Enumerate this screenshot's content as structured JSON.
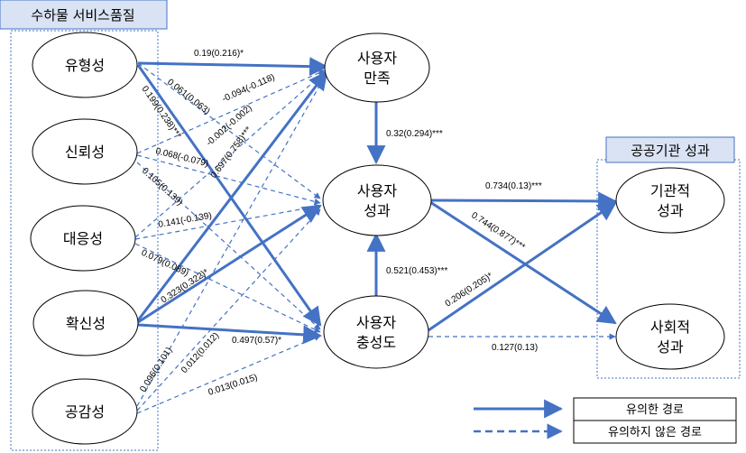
{
  "groups": {
    "left": {
      "label": "수하물 서비스품질"
    },
    "right": {
      "label": "공공기관 성과"
    }
  },
  "nodes": {
    "tangibility": {
      "label": "유형성"
    },
    "reliability": {
      "label": "신뢰성"
    },
    "responsiveness": {
      "label": "대응성"
    },
    "assurance": {
      "label": "확신성"
    },
    "empathy": {
      "label": "공감성"
    },
    "satisfaction": {
      "line1": "사용자",
      "line2": "만족"
    },
    "performance": {
      "line1": "사용자",
      "line2": "성과"
    },
    "loyalty": {
      "line1": "사용자",
      "line2": "충성도"
    },
    "inst_perf": {
      "line1": "기관적",
      "line2": "성과"
    },
    "social_perf": {
      "line1": "사회적",
      "line2": "성과"
    }
  },
  "edges": {
    "e1": "0.19(0.216)*",
    "e2": "0.061(0.063)",
    "e3": "0.199(0.238)***",
    "e4": "-0.094(-0.118)",
    "e5": "-0.002(-0.002)",
    "e6": "0.068(-0.079)",
    "e7": "0.697(0.758)***",
    "e8": "0.105(0.139)",
    "e9": "0.141(-0.139)",
    "e10": "0.079(0.089)",
    "e11": "0.323(0.322)*",
    "e12": "0.497(0.57)*",
    "e13": "0.096(0.101)",
    "e14": "0.012(0.012)",
    "e15": "0.013(0.015)",
    "e16": "0.32(0.294)***",
    "e17": "0.521(0.453)***",
    "e18": "0.734(0.13)***",
    "e19": "0.744(0.877)***",
    "e20": "0.206(0.205)*",
    "e21": "0.127(0.13)"
  },
  "legend": {
    "significant": "유의한 경로",
    "not_significant": "유의하지 않은 경로"
  },
  "colors": {
    "line": "#4472C4",
    "group_fill": "#DAE3F3",
    "group_border": "#4472C4"
  }
}
